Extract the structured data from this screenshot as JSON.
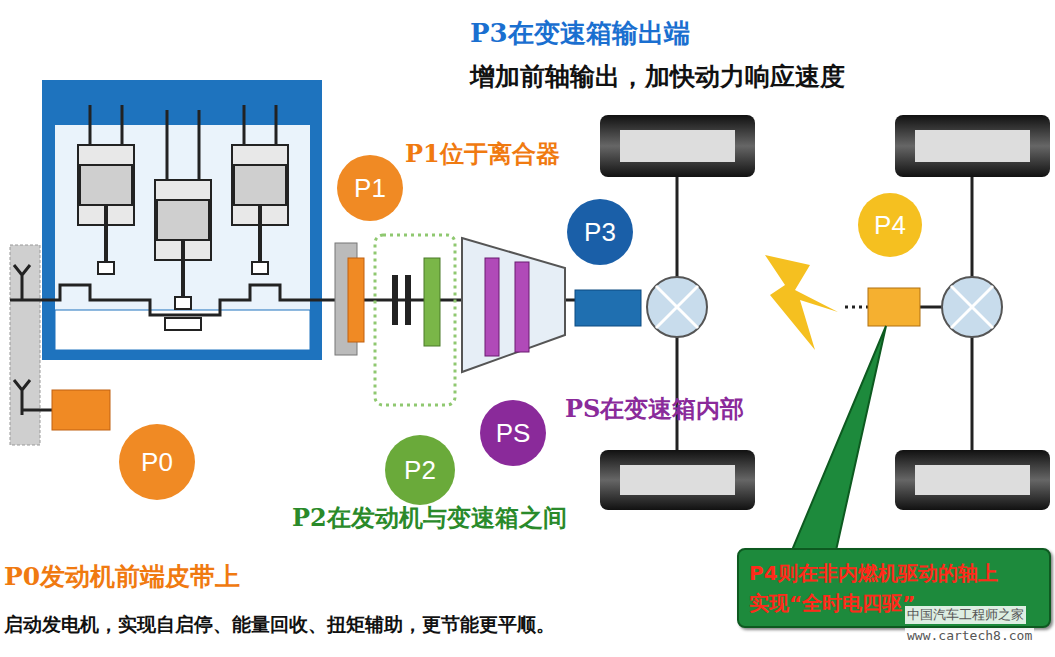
{
  "diagram": {
    "nodes": [
      {
        "text": [
          "P1"
        ]
      },
      {
        "text": [
          "P3"
        ]
      },
      {
        "text": [
          "P4"
        ]
      },
      {
        "text": [
          "PS"
        ]
      },
      {
        "text": [
          "P2"
        ]
      },
      {
        "text": [
          "P0"
        ]
      },
      {
        "text": [
          "P4则在非内燃机驱动的轴上 实现“全时电四驱”"
        ]
      }
    ],
    "labels": [
      "P3在变速箱输出端",
      "增加前轴输出，加快动力响应速度",
      "P1位于离合器",
      "PS在变速箱内部",
      "P2在发动机与变速箱之间",
      "P0发动机前端皮带上",
      "启动发电机，实现自启停、能量回收、扭矩辅助，更节能更平顺。",
      "中国汽车工程师之家",
      "www.cartech8.com"
    ]
  }
}
